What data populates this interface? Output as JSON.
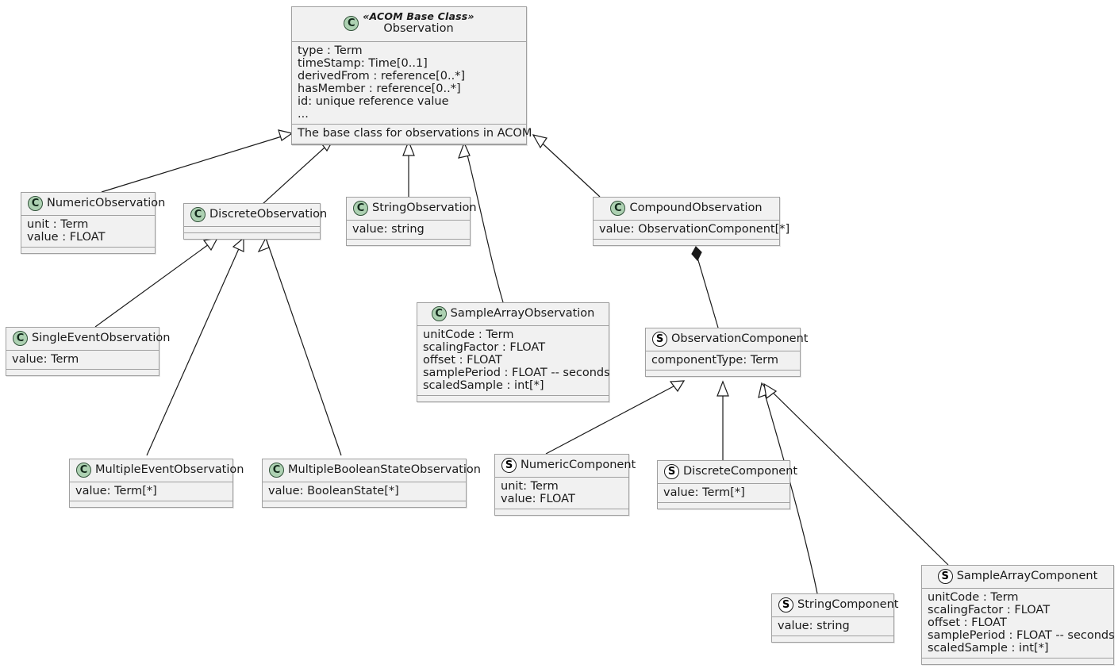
{
  "diagram": {
    "title": "ACOM Observation class hierarchy",
    "colors": {
      "class_icon_fill": "#ADD1B2",
      "struct_icon_fill": "#FFFFFF",
      "box_fill": "#F1F1F1",
      "box_border": "#A0A0A0",
      "line": "#1a1a1a"
    }
  },
  "classes": {
    "observation": {
      "stereotype": "«ACOM Base Class»",
      "name": "Observation",
      "icon": "class-icon-c",
      "attributes": [
        "type : Term",
        "timeStamp: Time[0..1]",
        "derivedFrom : reference[0..*]",
        "hasMember : reference[0..*]",
        "id: unique reference value",
        "..."
      ],
      "note": "The base class for observations in ACOM."
    },
    "numericObservation": {
      "name": "NumericObservation",
      "icon": "class-icon-c",
      "attributes": [
        "unit : Term",
        "value : FLOAT"
      ]
    },
    "discreteObservation": {
      "name": "DiscreteObservation",
      "icon": "class-icon-c",
      "attributes": []
    },
    "stringObservation": {
      "name": "StringObservation",
      "icon": "class-icon-c",
      "attributes": [
        "value: string"
      ]
    },
    "compoundObservation": {
      "name": "CompoundObservation",
      "icon": "class-icon-c",
      "attributes": [
        "value: ObservationComponent[*]"
      ]
    },
    "sampleArrayObservation": {
      "name": "SampleArrayObservation",
      "icon": "class-icon-c",
      "attributes": [
        "unitCode : Term",
        "scalingFactor : FLOAT",
        "offset : FLOAT",
        "samplePeriod : FLOAT -- seconds",
        "scaledSample : int[*]"
      ]
    },
    "singleEventObservation": {
      "name": "SingleEventObservation",
      "icon": "class-icon-c",
      "attributes": [
        "value: Term"
      ]
    },
    "multipleEventObservation": {
      "name": "MultipleEventObservation",
      "icon": "class-icon-c",
      "attributes": [
        "value: Term[*]"
      ]
    },
    "multipleBooleanStateObservation": {
      "name": "MultipleBooleanStateObservation",
      "icon": "class-icon-c",
      "attributes": [
        "value: BooleanState[*]"
      ]
    },
    "observationComponent": {
      "name": "ObservationComponent",
      "icon": "struct-icon-s",
      "attributes": [
        "componentType: Term"
      ]
    },
    "numericComponent": {
      "name": "NumericComponent",
      "icon": "struct-icon-s",
      "attributes": [
        "unit: Term",
        "value: FLOAT"
      ]
    },
    "discreteComponent": {
      "name": "DiscreteComponent",
      "icon": "struct-icon-s",
      "attributes": [
        "value: Term[*]"
      ]
    },
    "stringComponent": {
      "name": "StringComponent",
      "icon": "struct-icon-s",
      "attributes": [
        "value: string"
      ]
    },
    "sampleArrayComponent": {
      "name": "SampleArrayComponent",
      "icon": "struct-icon-s",
      "attributes": [
        "unitCode : Term",
        "scalingFactor : FLOAT",
        "offset : FLOAT",
        "samplePeriod : FLOAT -- seconds",
        "scaledSample : int[*]"
      ]
    }
  },
  "relationships": [
    {
      "type": "generalization",
      "from": "NumericObservation",
      "to": "Observation"
    },
    {
      "type": "generalization",
      "from": "DiscreteObservation",
      "to": "Observation"
    },
    {
      "type": "generalization",
      "from": "StringObservation",
      "to": "Observation"
    },
    {
      "type": "generalization",
      "from": "SampleArrayObservation",
      "to": "Observation"
    },
    {
      "type": "generalization",
      "from": "CompoundObservation",
      "to": "Observation"
    },
    {
      "type": "generalization",
      "from": "SingleEventObservation",
      "to": "DiscreteObservation"
    },
    {
      "type": "generalization",
      "from": "MultipleEventObservation",
      "to": "DiscreteObservation"
    },
    {
      "type": "generalization",
      "from": "MultipleBooleanStateObservation",
      "to": "DiscreteObservation"
    },
    {
      "type": "composition",
      "from": "CompoundObservation",
      "to": "ObservationComponent"
    },
    {
      "type": "generalization",
      "from": "NumericComponent",
      "to": "ObservationComponent"
    },
    {
      "type": "generalization",
      "from": "DiscreteComponent",
      "to": "ObservationComponent"
    },
    {
      "type": "generalization",
      "from": "StringComponent",
      "to": "ObservationComponent"
    },
    {
      "type": "generalization",
      "from": "SampleArrayComponent",
      "to": "ObservationComponent"
    }
  ]
}
